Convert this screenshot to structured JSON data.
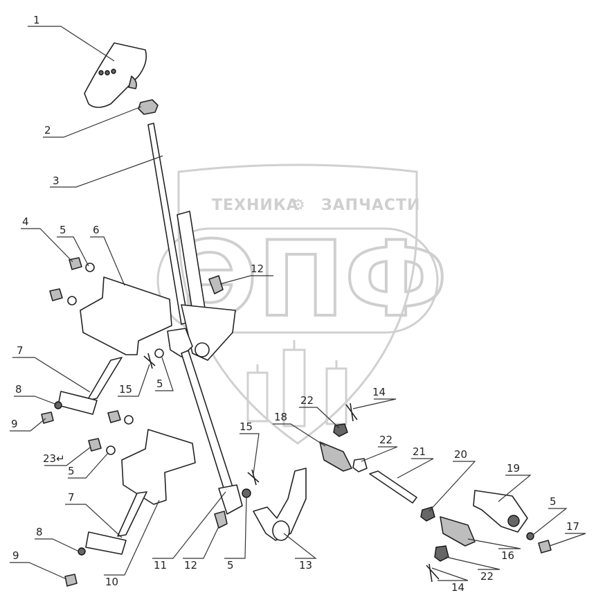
{
  "watermark": {
    "top_left": "ТЕХНИКА",
    "top_right": "ЗАПЧАСТИ",
    "logo": "ЭПФ"
  },
  "callouts": {
    "c1": "1",
    "c2": "2",
    "c3": "3",
    "c4": "4",
    "c5a": "5",
    "c6": "6",
    "c12a": "12",
    "c7a": "7",
    "c8a": "8",
    "c9a": "9",
    "c15a": "15",
    "c5b": "5",
    "c22a": "22",
    "c14a": "14",
    "c18": "18",
    "c15b": "15",
    "c22b": "22",
    "c21": "21",
    "c23": "23↵",
    "c5c": "5",
    "c20": "20",
    "c19": "19",
    "c7b": "7",
    "c8b": "8",
    "c5d": "5",
    "c17": "17",
    "c9b": "9",
    "c10": "10",
    "c11": "11",
    "c12b": "12",
    "c5e": "5",
    "c13": "13",
    "c16": "16",
    "c22c": "22",
    "c14b": "14"
  }
}
